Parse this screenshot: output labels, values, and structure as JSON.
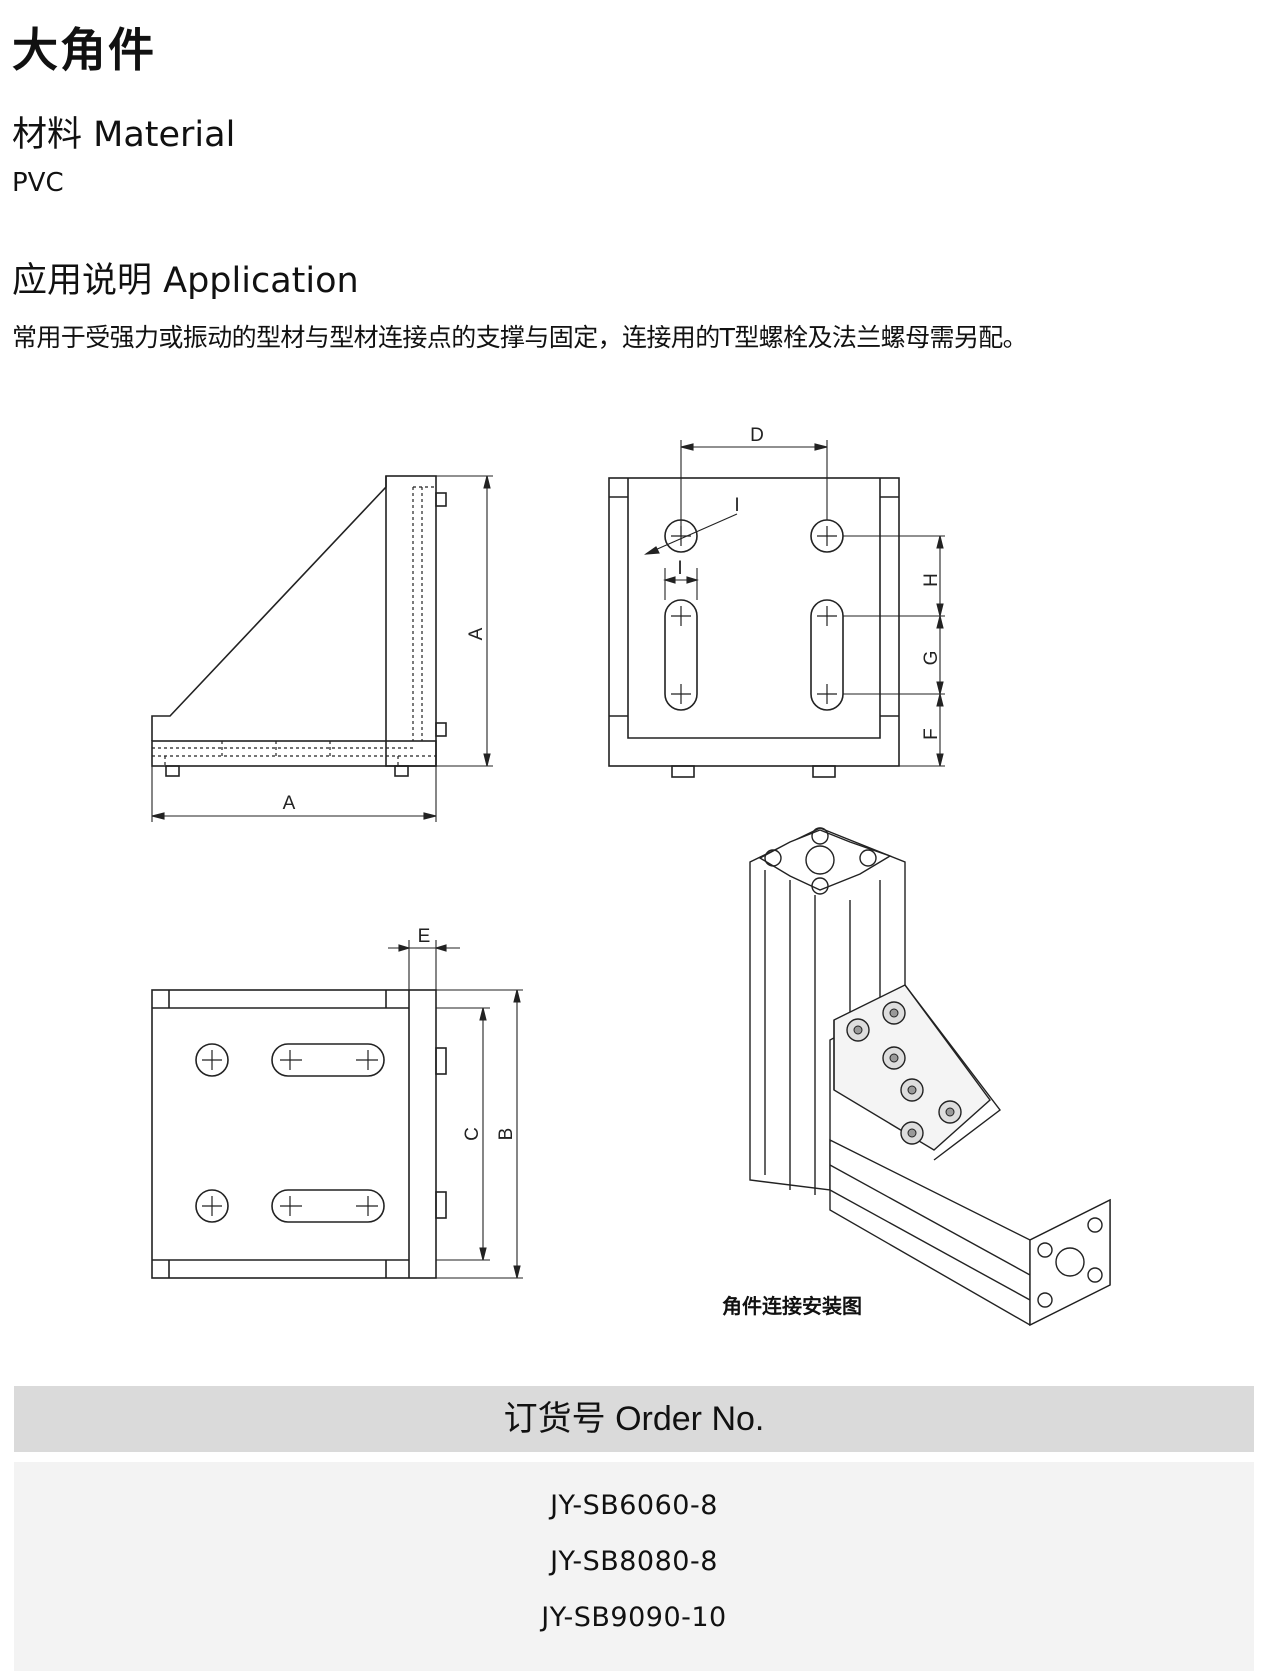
{
  "title": "大角件",
  "material": {
    "heading": "材料 Material",
    "value": "PVC"
  },
  "application": {
    "heading": "应用说明 Application",
    "text": "常用于受强力或振动的型材与型材连接点的支撑与固定，连接用的T型螺栓及法兰螺母需另配。"
  },
  "drawing": {
    "labels": {
      "A_side": "A",
      "A_bottom": "A",
      "B": "B",
      "C": "C",
      "D": "D",
      "E": "E",
      "F": "F",
      "G": "G",
      "H": "H",
      "I_hole": "I",
      "I_slot": "I"
    },
    "caption": "角件连接安装图"
  },
  "order": {
    "heading": "订货号 Order No.",
    "items": [
      "JY-SB6060-8",
      "JY-SB8080-8",
      "JY-SB9090-10"
    ]
  }
}
